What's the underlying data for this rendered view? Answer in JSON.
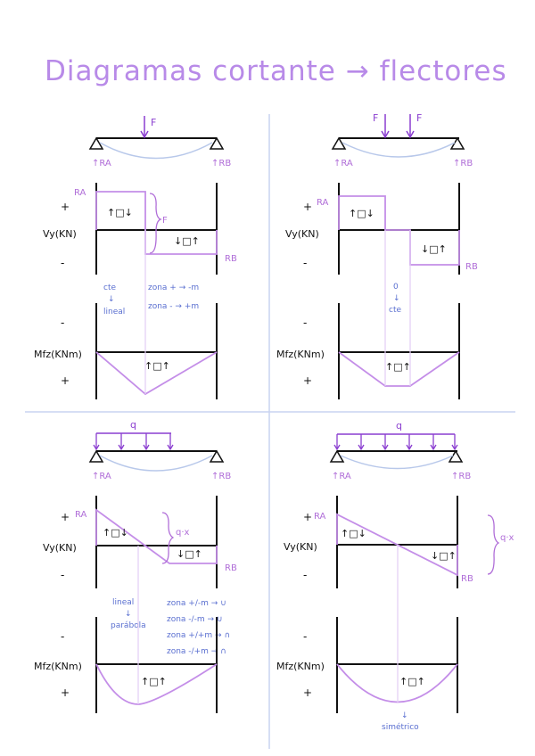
{
  "title": "Diagramas  cortante → flectores",
  "colors": {
    "purple": "#b06ed8",
    "violet": "#8a3ed0",
    "blue": "#5a6fd0",
    "deflect": "#b8c8ea",
    "divider": "#c9d3f0",
    "ink": "#111111"
  },
  "labels": {
    "F": "F",
    "q": "q",
    "Ra": "↑RA",
    "Rb": "↑RB",
    "vy": "Vy(KN)",
    "mfz": "Mfz(KNm)",
    "plus": "+",
    "minus": "-",
    "RaSmall": "RA",
    "RbSmall": "RB",
    "up_box_down": "↑□↓",
    "down_box_up": "↓□↑",
    "curl": "↑□↑",
    "qx": "q·x"
  },
  "panel1": {
    "note_left": [
      "cte",
      "↓",
      "lineal"
    ],
    "note_right": [
      "zona + → -m",
      "zona - → +m"
    ]
  },
  "panel2": {
    "note_mid": [
      "0",
      "↓",
      "cte"
    ]
  },
  "panel3": {
    "note_left": [
      "lineal",
      "↓",
      "parábola"
    ],
    "note_right": [
      "zona +/-m → ∪",
      "zona -/-m → ∪",
      "zona +/+m → ∩",
      "zona -/+m → ∩"
    ]
  },
  "panel4": {
    "note_bottom": [
      "↓",
      "simétrico"
    ]
  }
}
